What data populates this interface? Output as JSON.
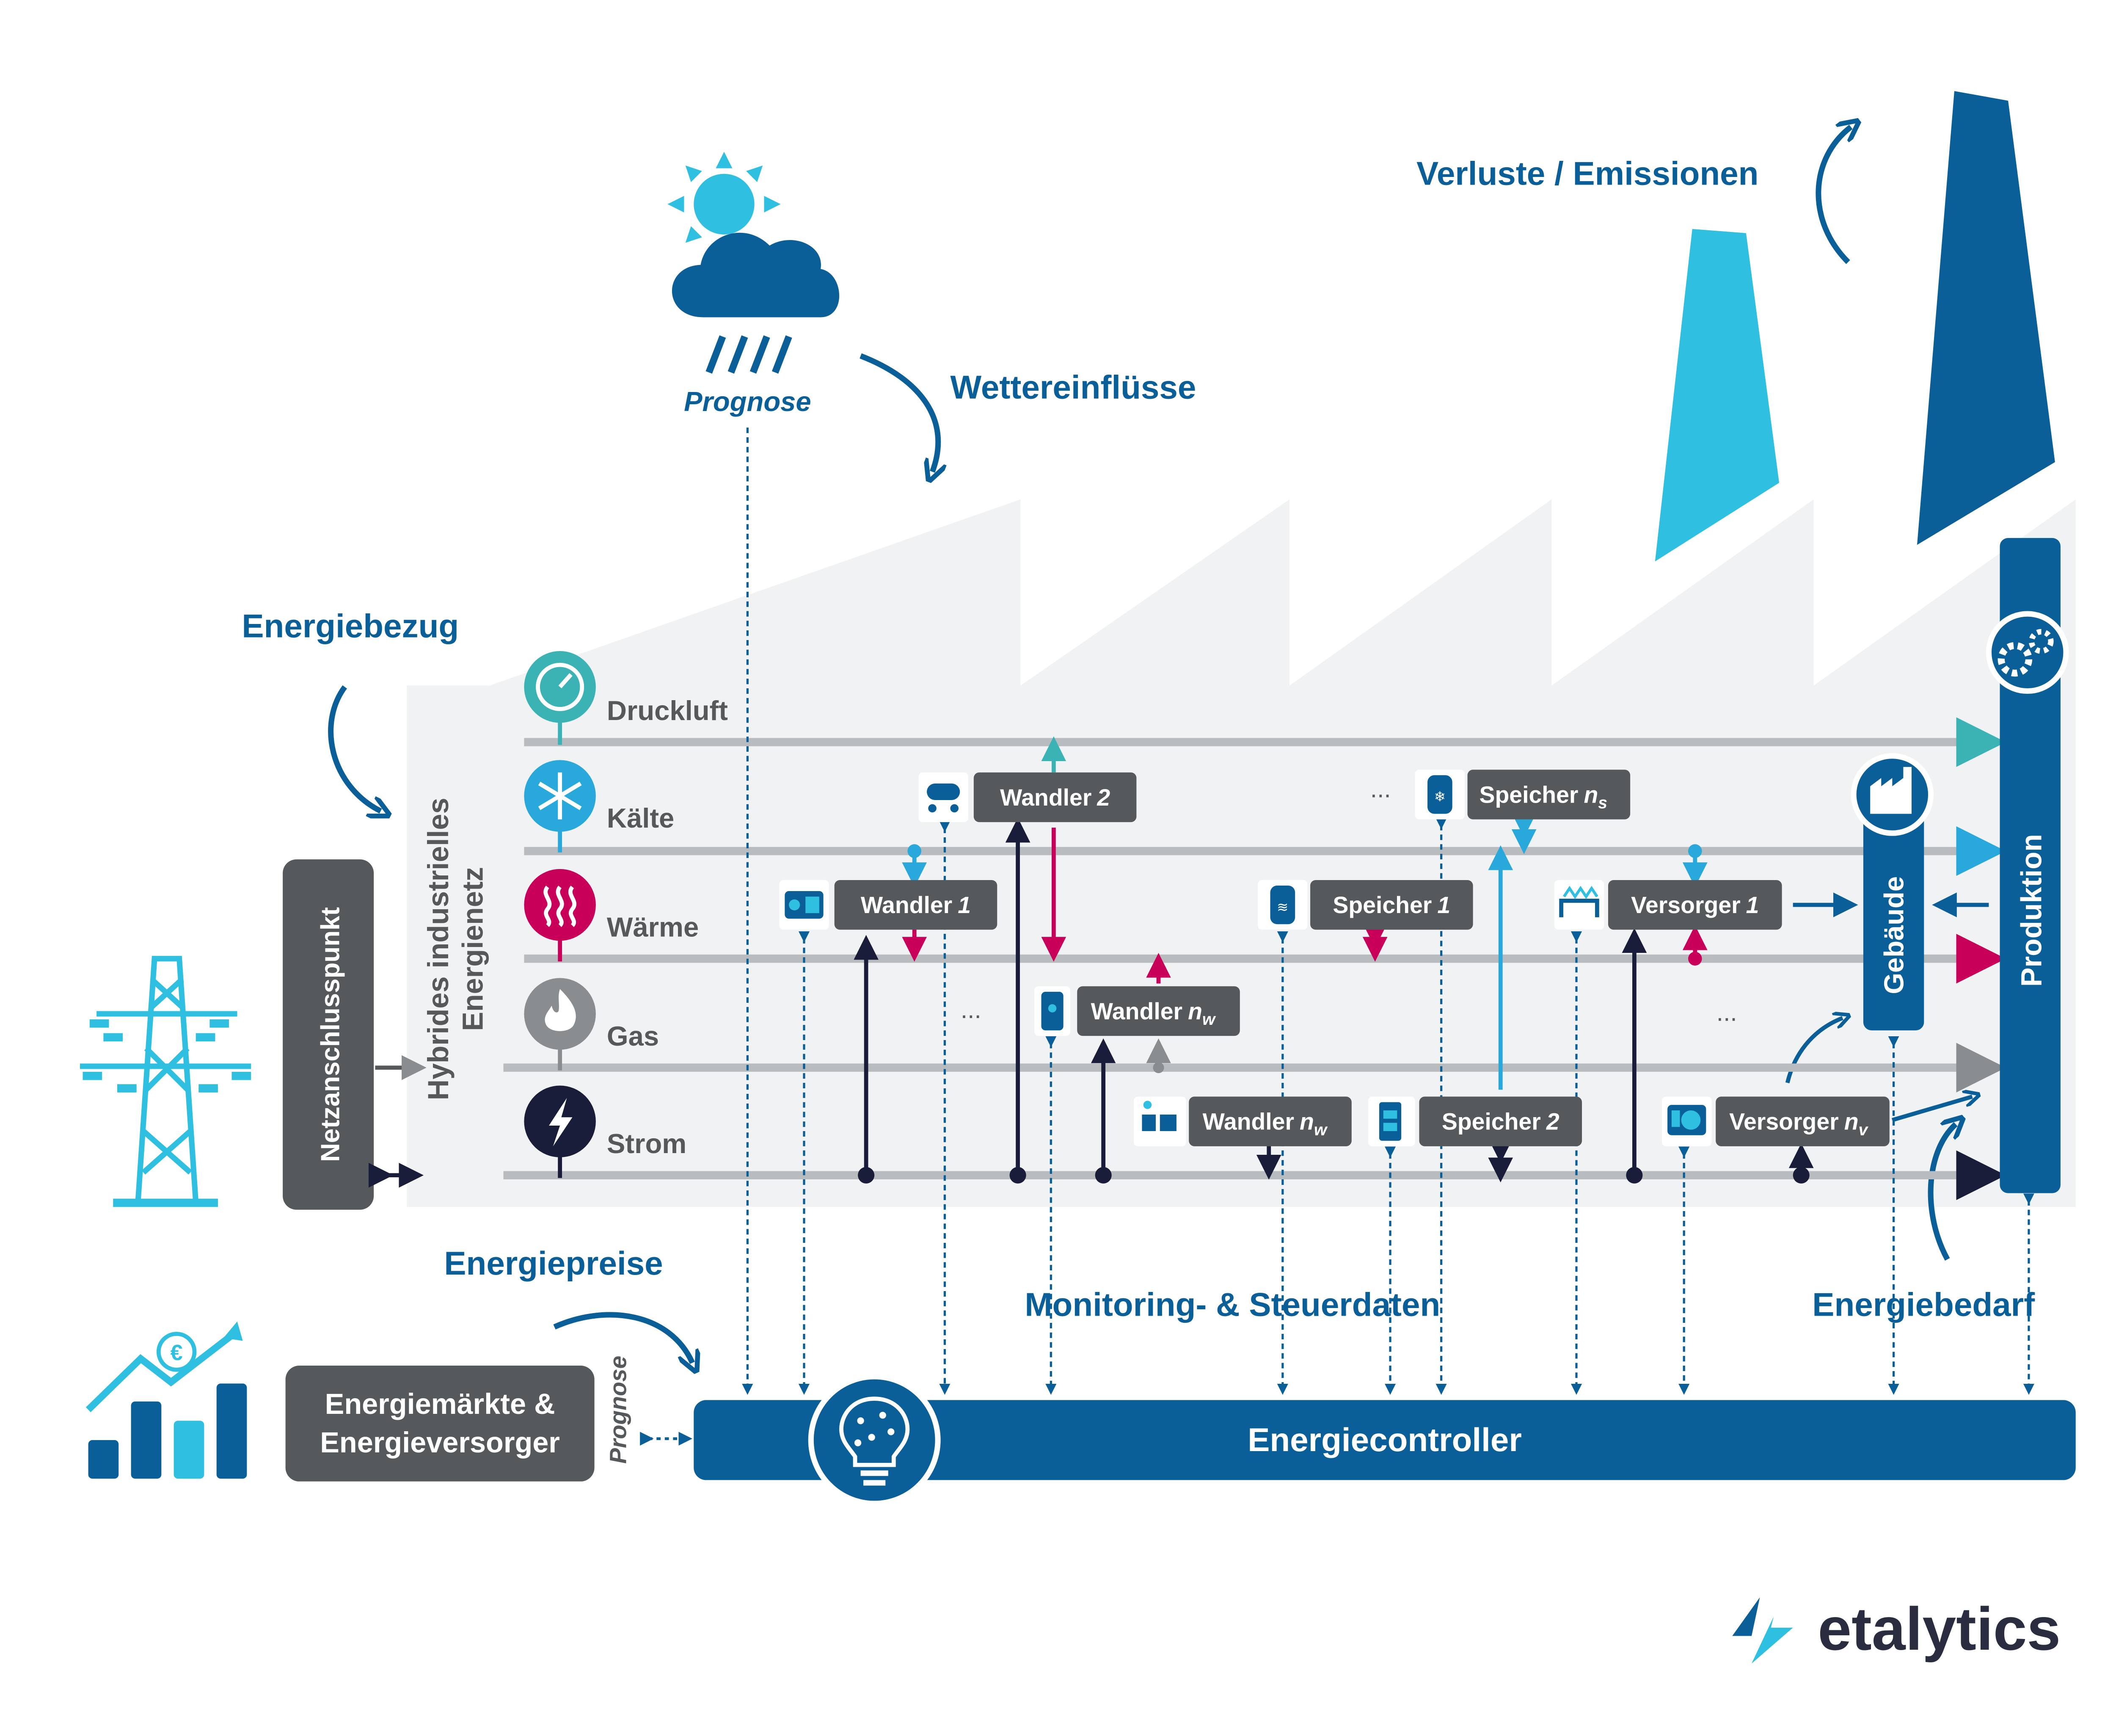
{
  "labels": {
    "energiebezug": "Energiebezug",
    "wettereinfluesse": "Wettereinflüsse",
    "verluste": "Verluste / Emissionen",
    "energiepreise": "Energiepreise",
    "monitoring": "Monitoring- & Steuerdaten",
    "energiebedarf": "Energiebedarf",
    "prognose_weather": "Prognose",
    "prognose_market": "Prognose",
    "netz_line1": "Hybrides industrielles",
    "netz_line2": "Energienetz",
    "netzanschluss": "Netzanschlusspunkt",
    "markets_line1": "Energiemärkte &",
    "markets_line2": "Energieversorger",
    "controller": "Energiecontroller",
    "gebaeude": "Gebäude",
    "produktion": "Produktion",
    "dots": "..."
  },
  "carriers": [
    {
      "name": "Druckluft",
      "color": "#3bb3b5"
    },
    {
      "name": "Kälte",
      "color": "#29a8dc"
    },
    {
      "name": "Wärme",
      "color": "#c8005a"
    },
    {
      "name": "Gas",
      "color": "#8a8d90"
    },
    {
      "name": "Strom",
      "color": "#1a1d3a"
    }
  ],
  "components": {
    "wandler2": {
      "base": "Wandler",
      "sub": "2"
    },
    "wandler1": {
      "base": "Wandler",
      "sub": "1"
    },
    "wandler_nw_a": {
      "base": "Wandler",
      "sub": "n",
      "subsub": "w"
    },
    "wandler_nw_b": {
      "base": "Wandler",
      "sub": "n",
      "subsub": "w"
    },
    "speicher_ns": {
      "base": "Speicher",
      "sub": "n",
      "subsub": "s"
    },
    "speicher1": {
      "base": "Speicher",
      "sub": "1"
    },
    "speicher2": {
      "base": "Speicher",
      "sub": "2"
    },
    "versorger1": {
      "base": "Versorger",
      "sub": "1"
    },
    "versorger_nv": {
      "base": "Versorger",
      "sub": "n",
      "subsub": "v"
    }
  },
  "logo": {
    "text": "etalytics"
  },
  "colors": {
    "dark_blue": "#0b5f99",
    "light_blue": "#2fbfe0",
    "dark_gray": "#56595c",
    "navy": "#1a1d3a",
    "magenta": "#c8005a",
    "teal": "#3bb3b5",
    "bg_gray": "#f1f2f3"
  },
  "icons": [
    "weather-icon",
    "power-tower-icon",
    "price-chart-icon",
    "lightbulb-brain-icon",
    "gears-icon",
    "factory-icon",
    "gauge-icon",
    "snowflake-icon",
    "heat-icon",
    "flame-icon",
    "lightning-icon",
    "etalytics-logo-icon"
  ]
}
